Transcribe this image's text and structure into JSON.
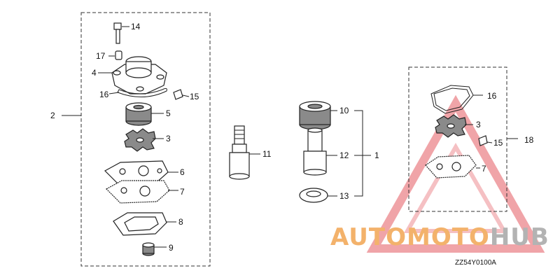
{
  "callouts": {
    "n1": "1",
    "n2": "2",
    "n3a": "3",
    "n3b": "3",
    "n4": "4",
    "n5": "5",
    "n6": "6",
    "n7a": "7",
    "n7b": "7",
    "n8": "8",
    "n9": "9",
    "n10": "10",
    "n11": "11",
    "n12": "12",
    "n13": "13",
    "n14": "14",
    "n15a": "15",
    "n15b": "15",
    "n16a": "16",
    "n16b": "16",
    "n17": "17",
    "n18": "18"
  },
  "diagram_code": "ZZ54Y0100A",
  "watermark": {
    "brand_part1": "AUTO",
    "brand_part2": "MOTO",
    "brand_part3": "HUB",
    "colors": {
      "triangle": "#e8737a",
      "orange": "#f3b26b",
      "grey": "#b3b3b3"
    }
  }
}
